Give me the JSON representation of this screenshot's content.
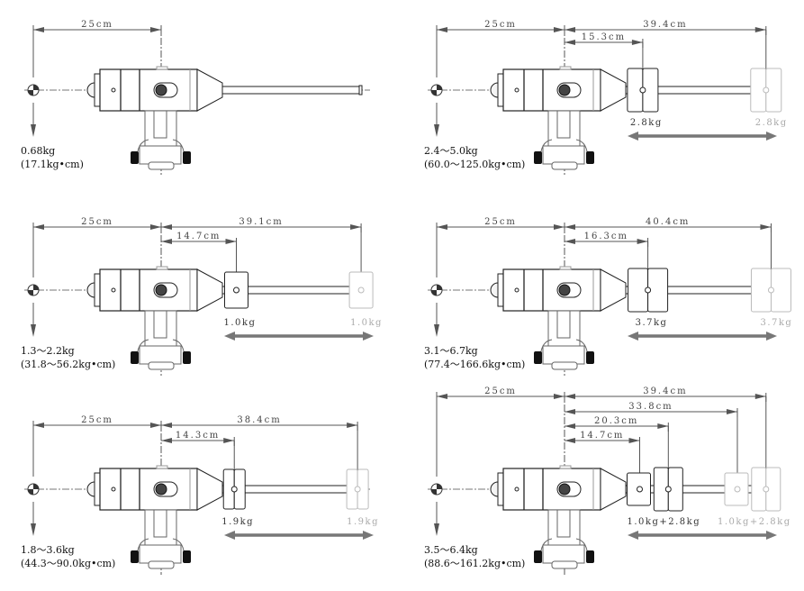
{
  "panels": [
    {
      "dims": [
        {
          "label": "25cm",
          "cm": 25
        }
      ],
      "weight_label": null,
      "weight_type": null,
      "near_cm": null,
      "far_cm": null,
      "mass": "0.68kg",
      "moment": "(17.1kg•cm)"
    },
    {
      "dims": [
        {
          "label": "25cm",
          "cm": 25
        },
        {
          "label": "39.4cm",
          "cm": 39.4
        },
        {
          "label": "15.3cm",
          "cm": 15.3
        }
      ],
      "weight_label": "2.8kg",
      "weight_type": "large",
      "near_cm": 15.3,
      "far_cm": 39.4,
      "mass": "2.4～5.0kg",
      "moment": "(60.0～125.0kg•cm)"
    },
    {
      "dims": [
        {
          "label": "25cm",
          "cm": 25
        },
        {
          "label": "39.1cm",
          "cm": 39.1
        },
        {
          "label": "14.7cm",
          "cm": 14.7
        }
      ],
      "weight_label": "1.0kg",
      "weight_type": "small",
      "near_cm": 14.7,
      "far_cm": 39.1,
      "mass": "1.3～2.2kg",
      "moment": "(31.8～56.2kg•cm)"
    },
    {
      "dims": [
        {
          "label": "25cm",
          "cm": 25
        },
        {
          "label": "40.4cm",
          "cm": 40.4
        },
        {
          "label": "16.3cm",
          "cm": 16.3
        }
      ],
      "weight_label": "3.7kg",
      "weight_type": "xlarge",
      "near_cm": 16.3,
      "far_cm": 40.4,
      "mass": "3.1～6.7kg",
      "moment": "(77.4～166.6kg•cm)"
    },
    {
      "dims": [
        {
          "label": "25cm",
          "cm": 25
        },
        {
          "label": "38.4cm",
          "cm": 38.4
        },
        {
          "label": "14.3cm",
          "cm": 14.3
        }
      ],
      "weight_label": "1.9kg",
      "weight_type": "medium",
      "near_cm": 14.3,
      "far_cm": 38.4,
      "mass": "1.8～3.6kg",
      "moment": "(44.3～90.0kg•cm)"
    },
    {
      "dims": [
        {
          "label": "25cm",
          "cm": 25
        },
        {
          "label": "39.4cm",
          "cm": 39.4
        },
        {
          "label": "33.8cm",
          "cm": 33.8
        },
        {
          "label": "20.3cm",
          "cm": 20.3
        },
        {
          "label": "14.7cm",
          "cm": 14.7
        }
      ],
      "weight_label": "1.0kg+2.8kg",
      "weight_type": "combo",
      "near_cm": 14.7,
      "far_cm": 33.8,
      "mass": "3.5～6.4kg",
      "moment": "(88.6～161.2kg•cm)"
    }
  ],
  "colors": {
    "line": "#222222",
    "dim": "#555555",
    "faded": "#bbbbbb",
    "arrow": "#777777"
  }
}
